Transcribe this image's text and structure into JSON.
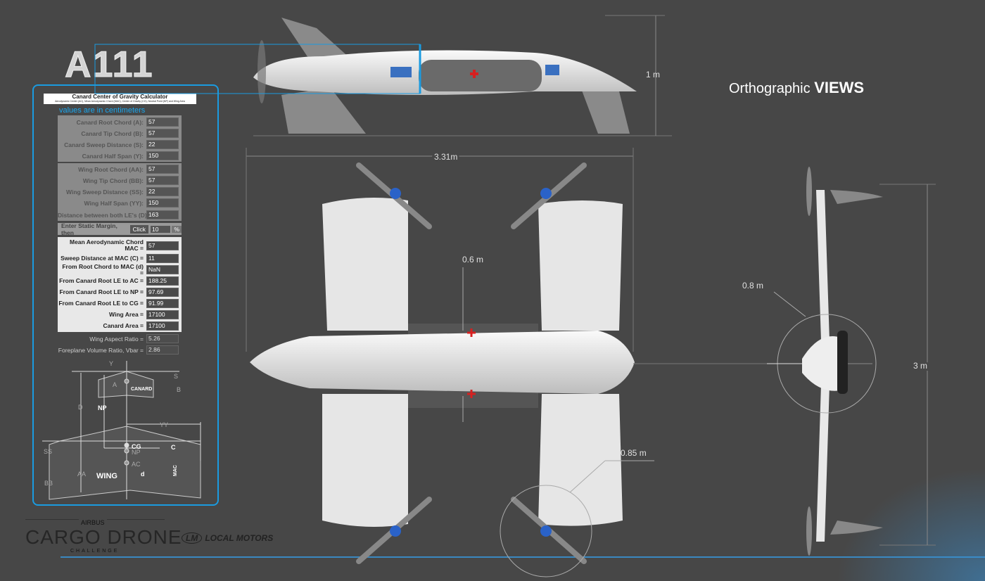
{
  "title": "A111",
  "heading": {
    "light": "Orthographic",
    "bold": "VIEWS"
  },
  "calculator": {
    "title": "Canard Center of Gravity Calculator",
    "subtitle": "Aerodynamic Center (AC), Mean Aerodynamic Chord (MAC), Center of Gravity (CG), Neutral Point (NP) and Wing Area",
    "units_note": "values are in centimeters",
    "canard_inputs": [
      {
        "label": "Canard Root Chord (A):",
        "value": "57"
      },
      {
        "label": "Canard Tip Chord (B):",
        "value": "57"
      },
      {
        "label": "Canard Sweep Distance (S):",
        "value": "22"
      },
      {
        "label": "Canard Half Span (Y):",
        "value": "150"
      }
    ],
    "wing_inputs": [
      {
        "label": "Wing Root Chord (AA):",
        "value": "57"
      },
      {
        "label": "Wing Tip Chord (BB):",
        "value": "57"
      },
      {
        "label": "Wing Sweep Distance (SS):",
        "value": "22"
      },
      {
        "label": "Wing Half Span (YY):",
        "value": "150"
      },
      {
        "label": "Distance between both LE's (D):",
        "value": "163"
      }
    ],
    "static_margin": {
      "label": "Enter Static Margin, then",
      "button": "Click",
      "value": "10",
      "unit": "%"
    },
    "results": [
      {
        "label": "Mean Aerodynamic Chord MAC =",
        "value": "57"
      },
      {
        "label": "Sweep Distance at MAC (C) =",
        "value": "11"
      },
      {
        "label": "From Root Chord to MAC (d) =",
        "value": "NaN"
      },
      {
        "label": "From Canard Root LE to AC =",
        "value": "188.25"
      },
      {
        "label": "From Canard Root LE to NP =",
        "value": "97.69"
      },
      {
        "label": "From Canard Root LE to CG =",
        "value": "91.99"
      },
      {
        "label": "Wing Area =",
        "value": "17100"
      },
      {
        "label": "Canard Area =",
        "value": "17100"
      }
    ],
    "outputs": [
      {
        "label": "Wing Aspect Ratio =",
        "value": "5.26"
      },
      {
        "label": "Foreplane Volume Ratio,  Vbar =",
        "value": "2.86"
      }
    ],
    "diagram_labels": {
      "y": "Y",
      "s": "S",
      "a": "A",
      "b": "B",
      "canard": "CANARD",
      "d_cap": "D",
      "np": "NP",
      "yy": "YY",
      "ss": "SS",
      "c": "C",
      "cg": "CG",
      "np2": "NP",
      "ac": "AC",
      "aa": "AA",
      "bb": "BB",
      "wing": "WING",
      "d": "d",
      "mac": "MAC"
    }
  },
  "dimensions": {
    "height": "1 m",
    "length": "3.31m",
    "gap": "0.6 m",
    "prop_front": "0.8 m",
    "prop_top": "0.85 m",
    "span": "3 m"
  },
  "logos": {
    "airbus": "AIRBUS",
    "cargo": "CARGO DRONE",
    "challenge": "CHALLENGE",
    "local_motors": "LOCAL MOTORS"
  },
  "colors": {
    "accent": "#1a9be0",
    "background": "#474747",
    "cross": "#d62020"
  }
}
